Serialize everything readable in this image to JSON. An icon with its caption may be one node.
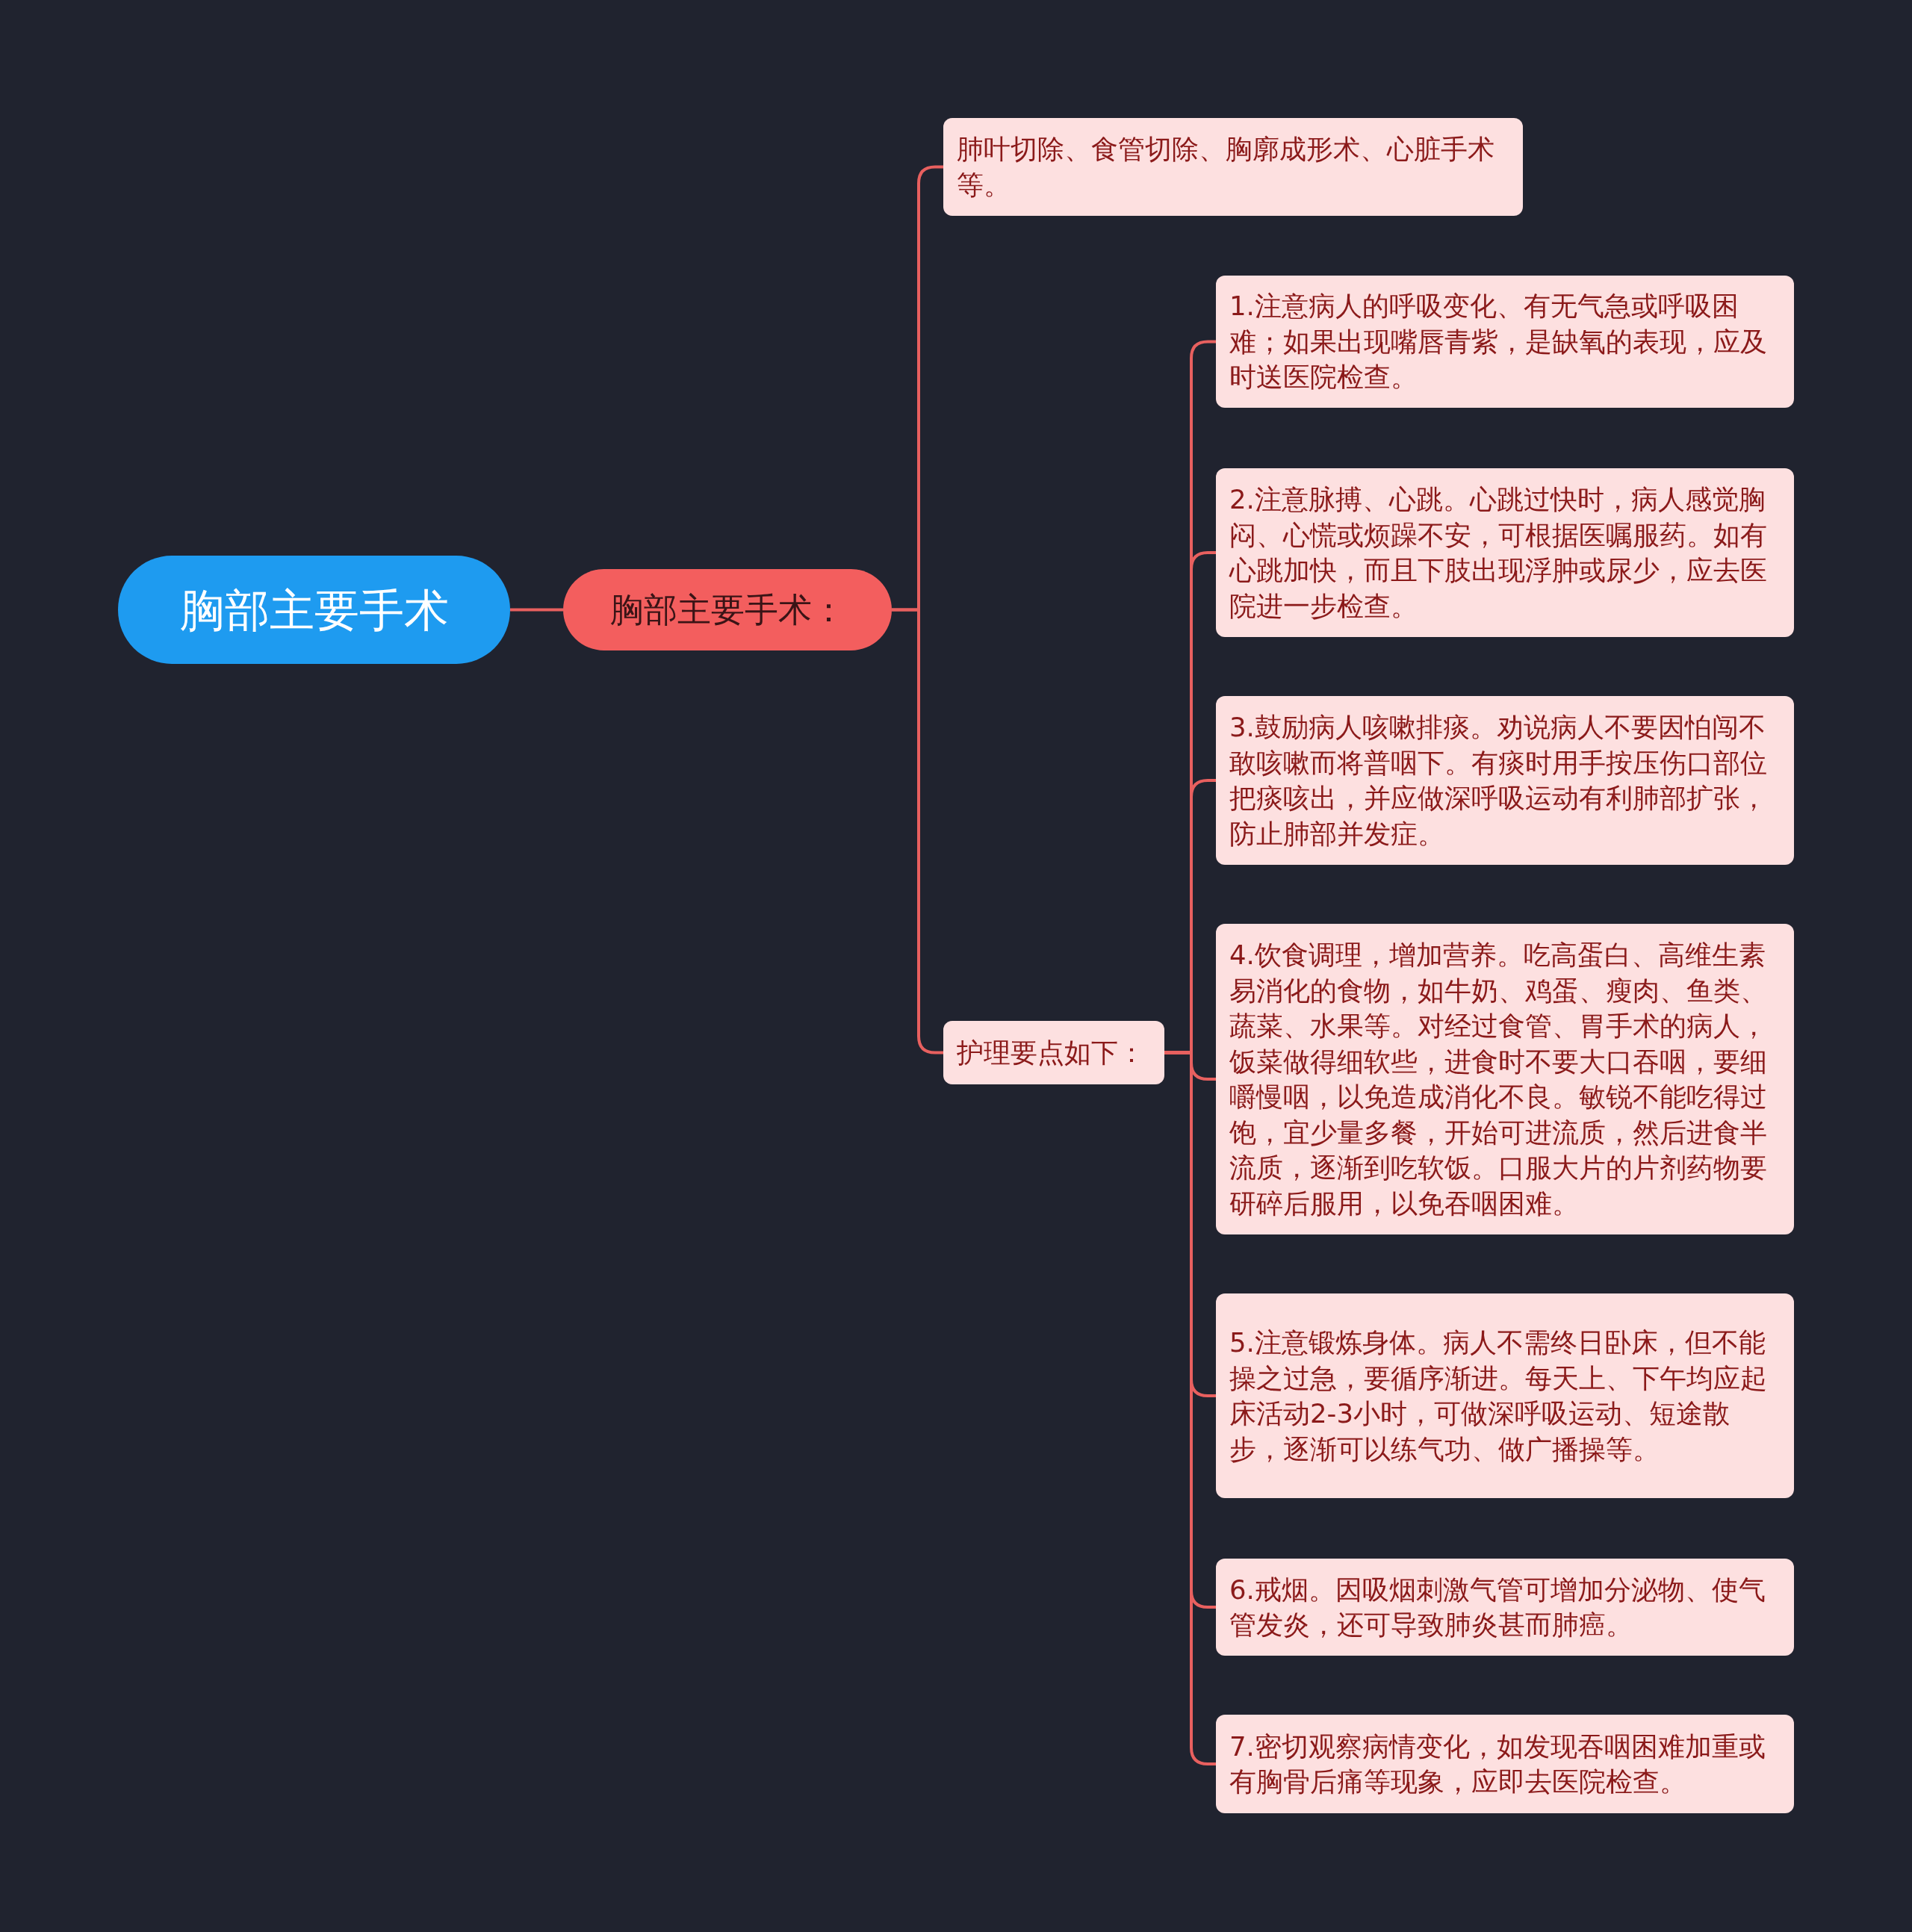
{
  "diagram": {
    "nodes": [
      {
        "text": [
          "胸部主要手术"
        ]
      },
      {
        "text": [
          "胸部主要手术："
        ]
      },
      {
        "text": [
          "肺叶切除、食管切除、胸廓成形术、心脏手术等。"
        ]
      },
      {
        "text": [
          "护理要点如下："
        ]
      },
      {
        "text": [
          "1.注意病人的呼吸变化、有无气急或呼吸困难；如果出现嘴唇青紫，是缺氧的表现，应及时送医院检查。"
        ]
      },
      {
        "text": [
          "2.注意脉搏、心跳。心跳过快时，病人感觉胸闷、心慌或烦躁不安，可根据医嘱服药。如有心跳加快，而且下肢出现浮肿或尿少，应去医院进一步检查。"
        ]
      },
      {
        "text": [
          "3.鼓励病人咳嗽排痰。劝说病人不要因怕闯不敢咳嗽而将普咽下。有痰时用手按压伤口部位把痰咳出，并应做深呼吸运动有利肺部扩张，防止肺部并发症。"
        ]
      },
      {
        "text": [
          "4.饮食调理，增加营养。吃高蛋白、高维生素易消化的食物，如牛奶、鸡蛋、瘦肉、鱼类、蔬菜、水果等。对经过食管、胃手术的病人，饭菜做得细软些，进食时不要大口吞咽，要细嚼慢咽，以免造成消化不良。敏锐不能吃得过饱，宜少量多餐，开始可进流质，然后进食半流质，逐渐到吃软饭。口服大片的片剂药物要研碎后服用，以免吞咽困难。"
        ]
      },
      {
        "text": [
          "5.注意锻炼身体。病人不需终日卧床，但不能操之过急，要循序渐进。每天上、下午均应起床活动2-3小时，可做深呼吸运动、短途散步，逐渐可以练气功、做广播操等。"
        ]
      },
      {
        "text": [
          "6.戒烟。因吸烟刺激气管可增加分泌物、使气管发炎，还可导致肺炎甚而肺癌。"
        ]
      },
      {
        "text": [
          "7.密切观察病情变化，如发现吞咽困难加重或有胸骨后痛等现象，应即去医院检查。"
        ]
      }
    ],
    "edges": [
      {
        "from": 0,
        "to": 1,
        "arrow": "none"
      },
      {
        "from": 1,
        "to": 2,
        "arrow": "none"
      },
      {
        "from": 1,
        "to": 3,
        "arrow": "none"
      },
      {
        "from": 3,
        "to": 4,
        "arrow": "none"
      },
      {
        "from": 3,
        "to": 5,
        "arrow": "none"
      },
      {
        "from": 3,
        "to": 6,
        "arrow": "none"
      },
      {
        "from": 3,
        "to": 7,
        "arrow": "none"
      },
      {
        "from": 3,
        "to": 8,
        "arrow": "none"
      },
      {
        "from": 3,
        "to": 9,
        "arrow": "none"
      },
      {
        "from": 3,
        "to": 10,
        "arrow": "none"
      }
    ]
  }
}
